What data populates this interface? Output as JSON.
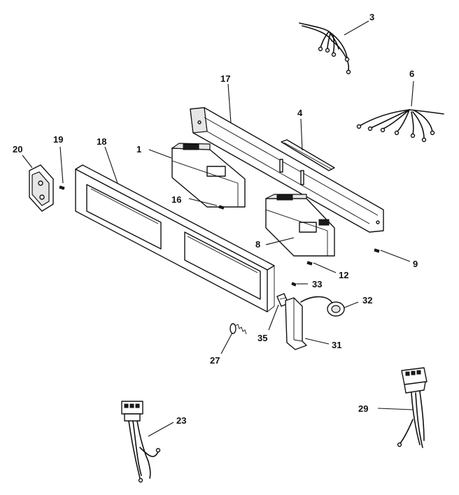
{
  "callouts": {
    "c1": "1",
    "c3": "3",
    "c4": "4",
    "c6": "6",
    "c8": "8",
    "c9": "9",
    "c12": "12",
    "c16": "16",
    "c17": "17",
    "c18": "18",
    "c19": "19",
    "c20": "20",
    "c23": "23",
    "c27": "27",
    "c29": "29",
    "c31": "31",
    "c32": "32",
    "c33": "33",
    "c35": "35"
  }
}
